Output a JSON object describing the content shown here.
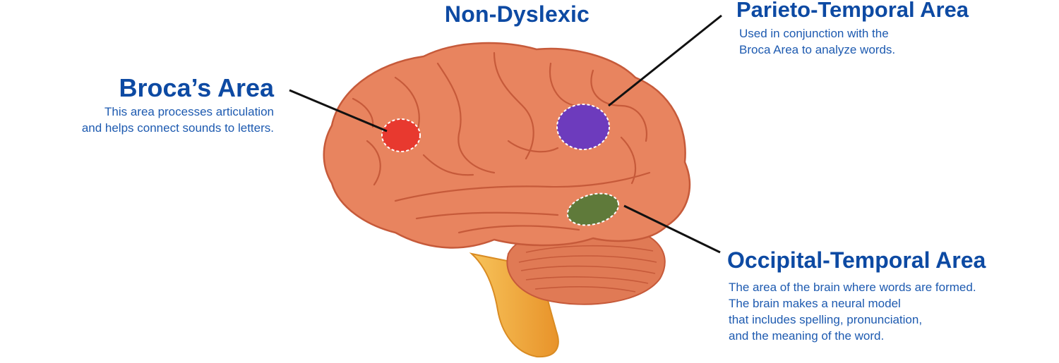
{
  "title": "Non-Dyslexic",
  "regions": [
    {
      "id": "broca",
      "name": "Broca’s Area",
      "description_lines": [
        "This area processes articulation",
        "and helps connect sounds to letters."
      ],
      "color": "#e8392f"
    },
    {
      "id": "parieto_temporal",
      "name": "Parieto-Temporal Area",
      "description_lines": [
        "Used in conjunction with the",
        "Broca Area to analyze words."
      ],
      "color": "#6d3bbd"
    },
    {
      "id": "occipital_temporal",
      "name": "Occipital-Temporal Area",
      "description_lines": [
        "The area of the brain where words are formed.",
        "The brain makes a neural model",
        "that includes spelling, pronunciation,",
        "and the meaning of the word."
      ],
      "color": "#5f7a3a"
    }
  ],
  "colors": {
    "text_blue": "#0d4aa3",
    "brain_fill": "#e8845f",
    "brain_dark": "#c65a3a",
    "brainstem": "#f7b94a"
  }
}
